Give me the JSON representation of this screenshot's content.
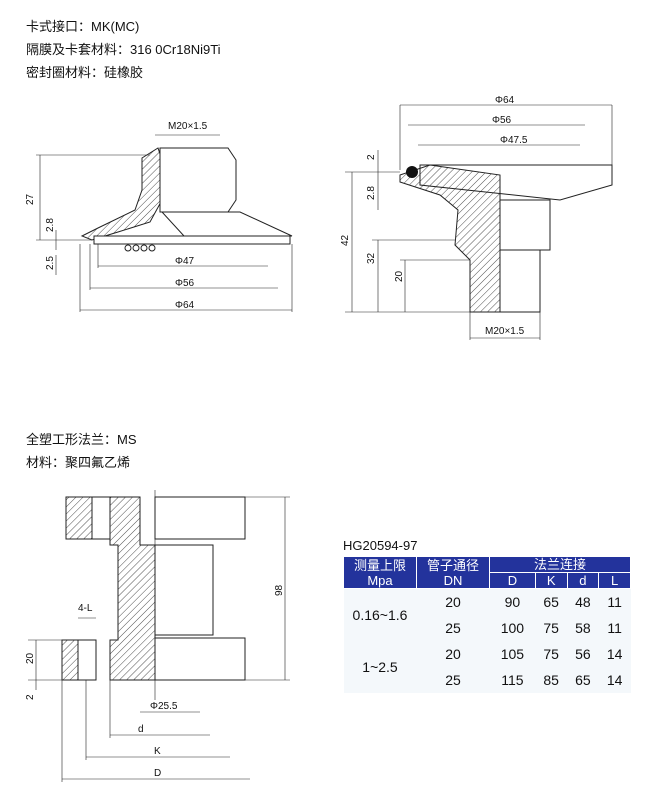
{
  "header1": {
    "line1": "卡式接口：MK(MC)",
    "line2": "隔膜及卡套材料：316   0Cr18Ni9Ti",
    "line3": "密封圈材料：硅橡胶"
  },
  "drawing1": {
    "m": "M20×1.5",
    "d27": "27",
    "d28": "2.8",
    "d25": "2.5",
    "phi47": "Φ47",
    "phi56": "Φ56",
    "phi64": "Φ64"
  },
  "drawing2": {
    "phi64": "Φ64",
    "phi56": "Φ56",
    "phi475": "Φ47.5",
    "d2": "2",
    "d28": "2.8",
    "d42": "42",
    "d32": "32",
    "d20": "20",
    "m": "M20×1.5"
  },
  "header2": {
    "line1": "全塑工形法兰：MS",
    "line2": "材料：聚四氟乙烯"
  },
  "drawing3": {
    "d98": "98",
    "l4": "4-L",
    "d20": "20",
    "d2": "2",
    "phi255": "Φ25.5",
    "d": "d",
    "k": "K",
    "D": "D"
  },
  "spec_table": {
    "standard": "HG20594-97",
    "headers": {
      "pressure": "测量上限",
      "pressure_unit": "Mpa",
      "dn": "管子通径",
      "dn_unit": "DN",
      "flange": "法兰连接",
      "D": "D",
      "K": "K",
      "d": "d",
      "L": "L"
    },
    "groups": [
      {
        "pressure": "0.16~1.6",
        "rows": [
          {
            "dn": "20",
            "D": "90",
            "K": "65",
            "d": "48",
            "L": "11"
          },
          {
            "dn": "25",
            "D": "100",
            "K": "75",
            "d": "58",
            "L": "11"
          }
        ]
      },
      {
        "pressure": "1~2.5",
        "rows": [
          {
            "dn": "20",
            "D": "105",
            "K": "75",
            "d": "56",
            "L": "14"
          },
          {
            "dn": "25",
            "D": "115",
            "K": "85",
            "d": "65",
            "L": "14"
          }
        ]
      }
    ]
  },
  "colors": {
    "table_header": "#23339c"
  }
}
